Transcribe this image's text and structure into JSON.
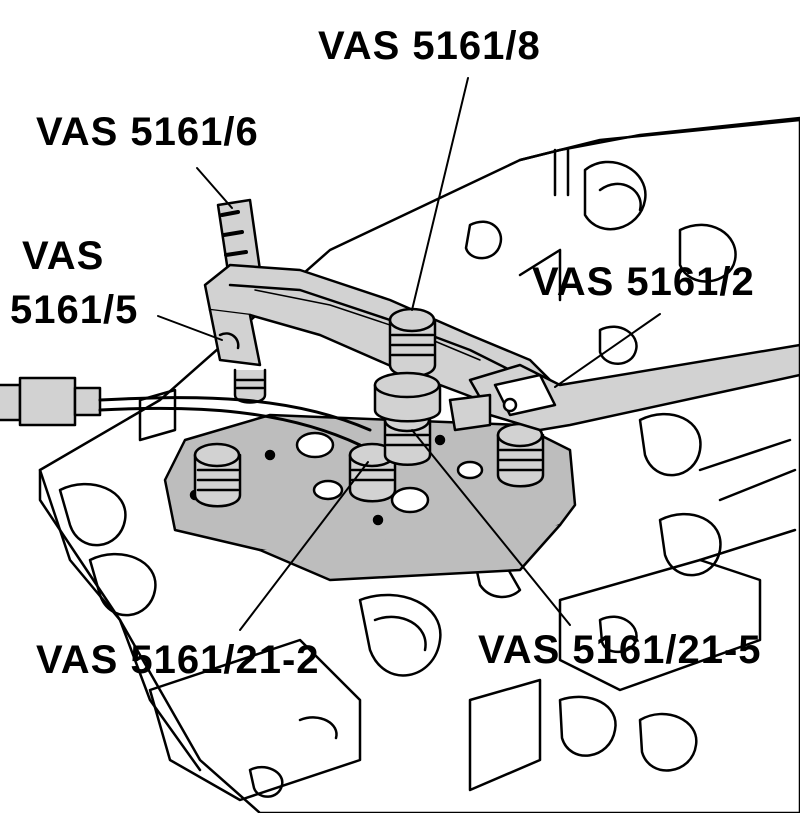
{
  "labels": {
    "vas_5161_8": "VAS 5161/8",
    "vas_5161_6": "VAS 5161/6",
    "vas_5161_5_line1": "VAS",
    "vas_5161_5_line2": "5161/5",
    "vas_5161_2": "VAS 5161/2",
    "vas_5161_21_2": "VAS 5161/21-2",
    "vas_5161_21_5": "VAS 5161/21-5"
  },
  "colors": {
    "ink": "#000000",
    "plate": "#bdbdbd",
    "fixture": "#d2d2d2",
    "paper": "#ffffff"
  }
}
